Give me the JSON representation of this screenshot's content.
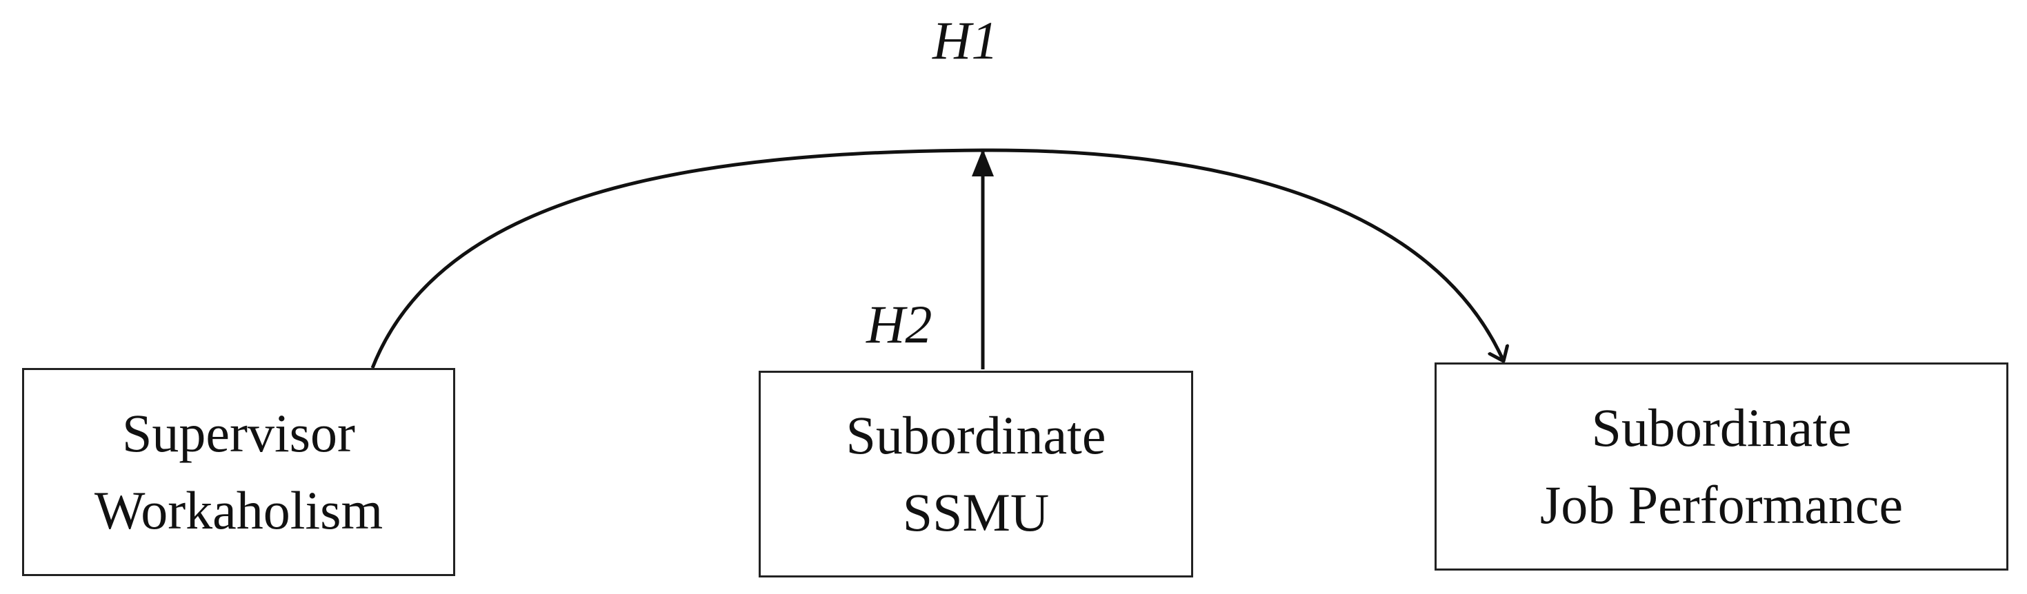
{
  "hypotheses": {
    "h1": "H1",
    "h2": "H2"
  },
  "boxes": {
    "workaholism": {
      "line1": "Supervisor",
      "line2": "Workaholism"
    },
    "ssmu": {
      "line1": "Subordinate",
      "line2": "SSMU"
    },
    "performance": {
      "line1": "Subordinate",
      "line2": "Job Performance"
    }
  },
  "colors": {
    "stroke": "#111111",
    "box_border": "#222222",
    "background": "#ffffff"
  }
}
